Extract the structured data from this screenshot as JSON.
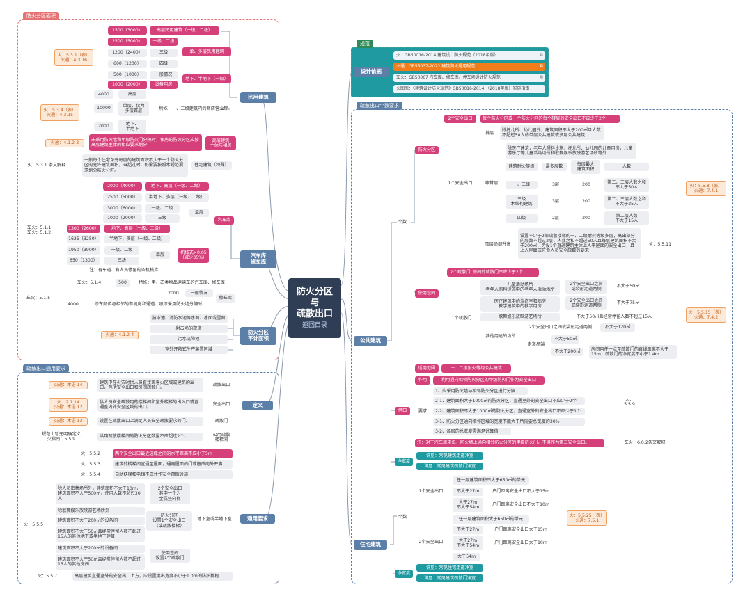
{
  "center": {
    "title_l1": "防火分区",
    "title_l2": "与",
    "title_l3": "疏散出口",
    "back": "返回目录"
  },
  "groups": {
    "fire_area": "防火分区面积",
    "evac_common": "疏散出口通用要求",
    "basis": "规范",
    "exit_count": "疏散出口个数要求"
  },
  "cats": {
    "civil": "民用建筑",
    "garage": "汽车库\n修车库",
    "notcount": "防火分区\n不计面积",
    "basis": "设计依据",
    "public": "公共建筑",
    "definition": "定义",
    "general": "通用要求",
    "residential": "住宅建筑"
  },
  "basis_refs": [
    "火：GB50016-2014 建筑设计防火规范（2018年版）",
    "火通：GB55037-2022 建筑防火通用规范",
    "车火：GB50067 汽车库、修车库、停车场设计防火规范",
    "火图库：《建筑设计防火规范》GB50016-2014 （2018年版）实施指南"
  ],
  "civil": {
    "area_rows": [
      "1500（3000）",
      "2500（5000）",
      "1200（2400）",
      "600（1200）",
      "500（1000）",
      "1000（2000）"
    ],
    "area_labels": [
      "高层民用建筑（一级、二级）",
      "一级、二级",
      "三级",
      "四级",
      "一般情况",
      "设备用房"
    ],
    "groups": [
      "单、多层民用建筑",
      "地下、半地下（一级）"
    ],
    "ref1": "火：5.3.1（表）\n火通：4.3.16",
    "commercial_rows": [
      "4000",
      "10000",
      "2000"
    ],
    "commercial_labels": [
      "高层",
      "单层、仅为\n多层首层",
      "地下、\n半地下"
    ],
    "commercial_note": "特殊：一、二级建筑内的商店营业厅",
    "ref2": "火：5.3.4（表）\n火通：4.3.15",
    "ref3": "火通：4.1.2-3",
    "note3": "未采用防火墙和甲级防火门分隔时，裙房的防火分区应按高层建筑主体的相应要求划分",
    "note3_tag": "高层建筑\n主体与裙房",
    "ref4": "火：5.3.1 条文解释",
    "note4": "一般每个住宅单元每层的建筑面积不大于一个防火分区的允许建筑面积，当超过时，仍需要按照本规范要求划分防火分区。",
    "note4_tag": "住宅建筑（特殊）"
  },
  "garage": {
    "rows_a": [
      "2000（4000）",
      "2500（5000）",
      "3000（6000）",
      "1000（2000）"
    ],
    "labels_a": [
      "地下、高层（一级、二级）",
      "半地下、多层（一级、二级）",
      "一级、二级",
      "三级"
    ],
    "single_a": "单层",
    "tag_a": "汽车库",
    "ref_a": "车火：5.1.1\n车火：5.1.2",
    "rows_b": [
      "1300（2600）",
      "1625（3250）",
      "1950（3900）",
      "650（1300）"
    ],
    "labels_b": [
      "地下、高层（一级、二级）",
      "半地下、多层（一级、二级）",
      "一级、二级",
      "三级"
    ],
    "single_b": "单层",
    "tag_b": "机械式×0.65\n（减少35%）",
    "note_b": "注：有车道、有人员停留的条机械库",
    "ref_c": "车火：5.1.4",
    "row_c": "500",
    "label_c": "特殊：甲、乙类物品运输车的汽车库、修车库",
    "ref_d": "车火：5.1.5",
    "row_d1": "2000",
    "label_d1": "一般情况",
    "tag_d": "修车库",
    "row_d2": "4000",
    "label_d2": "修车部位与相邻的有机房和通道、喷漆采用防火墙分隔时"
  },
  "notcount": {
    "ref": "火通：4.1.2-4",
    "items": [
      "游泳池、消防水池等水面、冰面或雪面",
      "射击场的靶道",
      "污水沉降池",
      "室外开敞式生产装置区域"
    ]
  },
  "public": {
    "two_exits": "2个安全出口",
    "two_exits_note": "每个防火分区或一个防火分区的每个楼层的安全出口不应少于2个",
    "fire_area": "防火分区",
    "count": "个数",
    "one_exit": "1个安全出口",
    "first": "首层",
    "first_note": "除托儿所、幼儿园外，建筑面积不大于200㎡且人数不超过50人的单层公共建筑或多层公共建筑",
    "nonfirst": "非首层",
    "nonfirst_note": "除医疗建筑，老年人照料设施，托儿所、幼儿园的儿童用房，儿童游乐厅等儿童活动场所和歌舞娱乐放映游艺场所等外",
    "table_head": [
      "建筑耐火等级",
      "最多层数",
      "每层最大\n建筑面积",
      "人数"
    ],
    "table_rows": [
      [
        "一、二级",
        "3层",
        "200",
        "第二、三层人数之和\n不大于50人"
      ],
      [
        "三级\n木结构建筑",
        "3层",
        "200",
        "第二、三层人数之和\n不大于25人"
      ],
      [
        "四级",
        "2层",
        "200",
        "第二层人数\n不大于15人"
      ]
    ],
    "roof": "顶层局部升高",
    "roof_note": "设置不少于2部疏散楼梯的一、二级耐火等级多层，高出部分的层数不超过2层，人数之和不超过50人且每层建筑面积不大于200㎡，另设1个直通建筑主体上人平屋面的安全出口，且上人屋面应符合人员安全疏散的要求",
    "ref_roof": "火：5.5.11",
    "ref_r1": "火：5.5.8（表）\n火通：7.4.1",
    "use_space": "使用空间",
    "two_doors": "2个疏散门",
    "two_doors_note": "房间的疏散门不应少于2个",
    "one_door": "1个疏散门",
    "door_rows": [
      "儿童活动场所\n老年人照料设施中的老年人活动场所",
      "医疗建筑中的治疗室和病房\n教学建筑中的教学用房",
      "歌舞娱乐放映游艺场所"
    ],
    "door_mid": [
      "2个安全出口之间\n或袋形走道两侧",
      "2个安全出口之间\n或袋形走道两侧",
      ""
    ],
    "door_right": [
      "不大于50㎡",
      "不大于75㎡",
      "不大于50㎡且经常停留人数不超过15人"
    ],
    "other": "其他用途的场所",
    "other_r1": "2个安全出口之间或袋形走道两侧",
    "other_r1v": "不大于120㎡",
    "corridor_end": "走道尽端",
    "corridor_r1": "不大于50㎡",
    "corridor_r2": "不大于200㎡",
    "corridor_r2n": "房间内任一点至疏散门的直线距离不大于15m，疏散门的净宽度不小于1.4m",
    "ref_r2": "火：5.5.15（表）\n火通：7.4.2",
    "borrow": "借口",
    "scope_tag": "适用范围",
    "scope": "一、二级耐火等级公共建筑",
    "action_tag": "作用",
    "action": "利用通向相邻防火分区的甲级防火门作为安全出口",
    "req_tag": "要求",
    "reqs": [
      "1、应采用防火墙与相邻防火分区进行分隔",
      "2-1、建筑面积大于1000㎡的防火分区，直通室外的安全出口不应少于2个",
      "2-2、建筑面积不大于1000㎡的防火分区，直通室外的安全出口不应少于1个",
      "3-1、防火分区通向相邻区域的宽度不能大于所需要总宽度的30%",
      "3-2、各层的总宽度需满足计算值"
    ],
    "ref_borrow": "火：5.5.9",
    "note_garage": "注：对于汽车库来说，防火墙上通向相邻防火分区的甲级防火门，不得作为第二安全出口。",
    "ref_garage": "车火：6.0.2条文解释",
    "net_width": "净宽度",
    "see1": "详见：常见建筑走道净宽",
    "see2": "详见：常见建筑疏散门净宽"
  },
  "definition": {
    "rows": [
      {
        "ref": "火通：术语 14",
        "text": "建筑中在火灾时供人员直接离着火区域或建筑的出口，包括安全出口和房间疏散门。",
        "tag": "疏散出口"
      },
      {
        "ref": "火：2.1.14\n火通：术语 12",
        "text": "供人员安全疏散用的楼梯间和室外楼梯的出入口或直通室内外安全区域的出口。",
        "tag": "安全出口"
      },
      {
        "ref": "火通：术语 13",
        "text": "设置在疏散出口上满足人员安全疏散要求的门。",
        "tag": "疏散门"
      },
      {
        "ref": "规范上暂无明确定义\n火指南：5.5.9",
        "text": "共用疏散楼梯间的防火分区数量不应超过2个。",
        "tag": "公用疏散\n楼梯间"
      }
    ]
  },
  "general": {
    "rows": [
      {
        "ref": "火：5.5.2",
        "text": "两个安全出口最近边缘之间的水平距离不应小于5m"
      },
      {
        "ref": "火：5.5.3",
        "text": "建筑的楼梯间宜通至屋面，通向屋面的门或窗应向外开启"
      },
      {
        "ref": "火：5.5.4",
        "text": "自动扶梯和电梯不应计作安全疏散设施"
      }
    ],
    "under_items": [
      "除人员密集场所外，建筑面积不大于10m，建筑面积不大于500㎡，使用人数不超过30人",
      "除歌舞娱乐放映游艺场所外",
      "建筑面积不大于200㎡的设备间",
      "建筑面积不大于50㎡且经常停留人数不超过15人的其他地下或半地下建筑",
      "建筑面积不大于200㎡的设备间",
      "建筑面积不大于50㎡且经常停留人数不超过15人的其他房间"
    ],
    "under_mid": [
      "2个安全出口\n其中一个为\n金属竖向梯",
      "防火分区\n设置1个安全出口\n（或疏散楼梯）",
      "使用空间\n设置1个疏散门"
    ],
    "under_tag": "地下室或半地下室",
    "ref_555": "火：5.5.5",
    "ref_557": "火：5.5.7",
    "note_557": "高层建筑直通室外的安全出口上方，应设置挑出宽度不小于1.0m的防护挑檐"
  },
  "residential": {
    "count": "个数",
    "one_exit": "1个安全出口",
    "two_exit": "2个安全出口",
    "one_rows": [
      "任一层建筑面积不大于650㎡的单元",
      "不大于27m",
      "大于27m\n不大于54m"
    ],
    "one_right": [
      "户门距离安全出口不大于15m",
      "户门距离安全出口不大于10m"
    ],
    "two_rows": [
      "任一层建筑面积大于650㎡的单元",
      "不大于27m",
      "大于27m\n不大于54m",
      "大于54m"
    ],
    "two_right": [
      "户门距离安全出口大于15m",
      "户门距离安全出口大于10m"
    ],
    "ref": "火：5.5.25（表）\n火通：7.5.1",
    "net_width": "净宽度",
    "see1": "详见：常见住宅走道净宽",
    "see2": "详见：常见建筑疏散门净宽"
  }
}
